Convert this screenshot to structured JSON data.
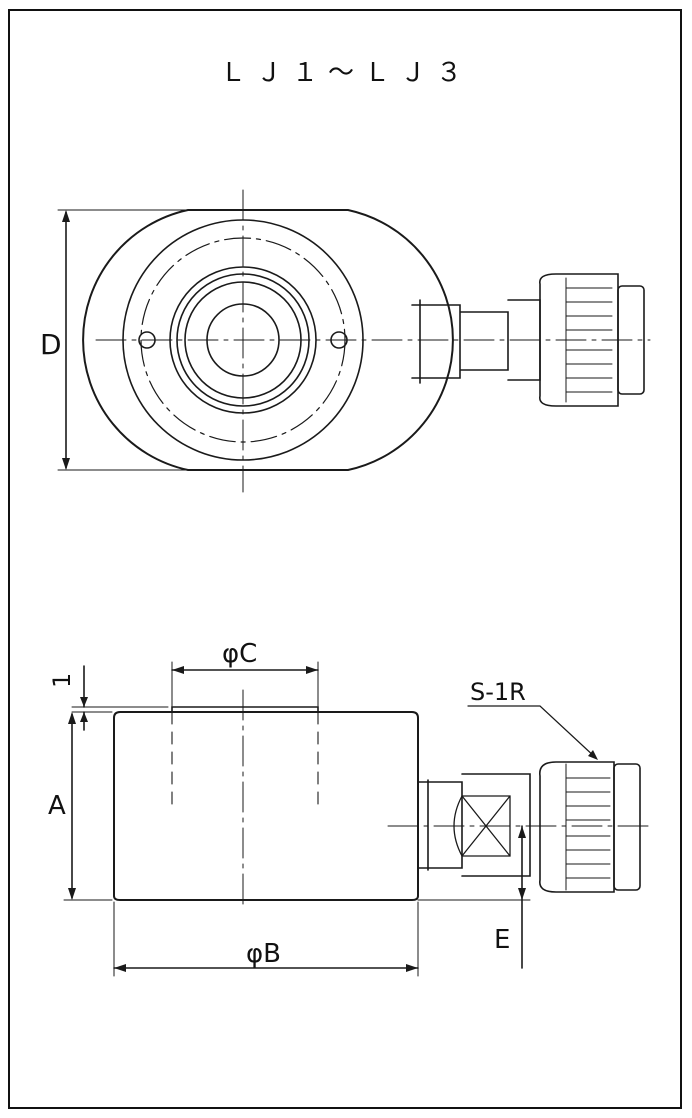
{
  "title": "ＬＪ１～ＬＪ３",
  "dimensions": {
    "D": "D",
    "phiC": "φC",
    "one": "1",
    "A": "A",
    "phiB": "φB",
    "E": "E",
    "coupler": "S-1R"
  },
  "colors": {
    "line": "#1a1a1a",
    "background": "#ffffff"
  }
}
